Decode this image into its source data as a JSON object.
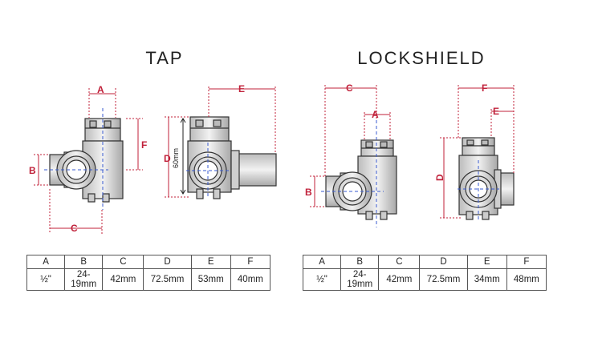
{
  "tap": {
    "title": "TAP",
    "dims": {
      "a": "A",
      "b": "B",
      "c": "C",
      "d": "D",
      "e": "E",
      "f": "F",
      "height_note": "60mm"
    },
    "table": {
      "headers": [
        "A",
        "B",
        "C",
        "D",
        "E",
        "F"
      ],
      "values": [
        "½\"",
        "24-\n19mm",
        "42mm",
        "72.5mm",
        "53mm",
        "40mm"
      ]
    }
  },
  "lockshield": {
    "title": "LOCKSHIELD",
    "dims": {
      "a": "A",
      "b": "B",
      "c": "C",
      "d": "D",
      "e": "E",
      "f": "F"
    },
    "table": {
      "headers": [
        "A",
        "B",
        "C",
        "D",
        "E",
        "F"
      ],
      "values": [
        "½\"",
        "24-\n19mm",
        "42mm",
        "72.5mm",
        "34mm",
        "48mm"
      ]
    }
  },
  "colors": {
    "dimension": "#c0213a",
    "guide": "#3a5bd0",
    "body": "#d6d6d6",
    "outline": "#333333"
  }
}
